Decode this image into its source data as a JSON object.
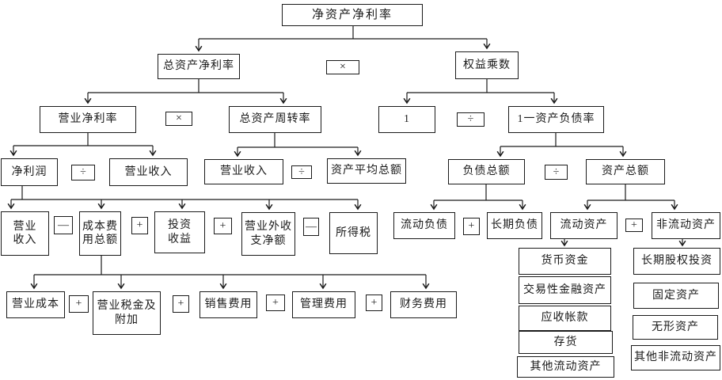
{
  "diagram": {
    "title": "净资产净利率",
    "nodes": {
      "roe": "净资产净利率",
      "roa": "总资产净利率",
      "equity_multiplier": "权益乘数",
      "net_profit_margin": "营业净利率",
      "total_asset_turnover": "总资产周转率",
      "one": "1",
      "one_minus_debt_ratio": "1一资产负债率",
      "net_profit": "净利润",
      "revenue_a": "营业收入",
      "revenue_b": "营业收入",
      "avg_total_assets": "资产平均总额",
      "total_liabilities": "负债总额",
      "total_assets": "资产总额",
      "revenue_c": "营业\n收入",
      "total_cost_expense": "成本费\n用总额",
      "investment_income": "投资\n收益",
      "non_operating_net": "营业外收\n支净额",
      "income_tax": "所得税",
      "current_liabilities": "流动负债",
      "long_term_liabilities": "长期负债",
      "current_assets": "流动资产",
      "non_current_assets": "非流动资产",
      "operating_cost": "营业成本",
      "taxes_and_surcharges": "营业税金及\n附加",
      "selling_expenses": "销售费用",
      "admin_expenses": "管理费用",
      "financial_expenses": "财务费用",
      "cash": "货币资金",
      "trading_financial_assets": "交易性金融资产",
      "accounts_receivable": "应收帐款",
      "inventory": "存货",
      "other_current_assets": "其他流动资产",
      "long_term_equity_investment": "长期股权投资",
      "fixed_assets": "固定资产",
      "intangible_assets": "无形资产",
      "other_non_current_assets": "其他非流动资产"
    },
    "operators": {
      "multiply": "×",
      "divide": "÷",
      "plus": "+",
      "minus": "—"
    },
    "colors": {
      "line": "#1a1a1a",
      "background": "#ffffff",
      "text": "#1a1a1a"
    }
  }
}
